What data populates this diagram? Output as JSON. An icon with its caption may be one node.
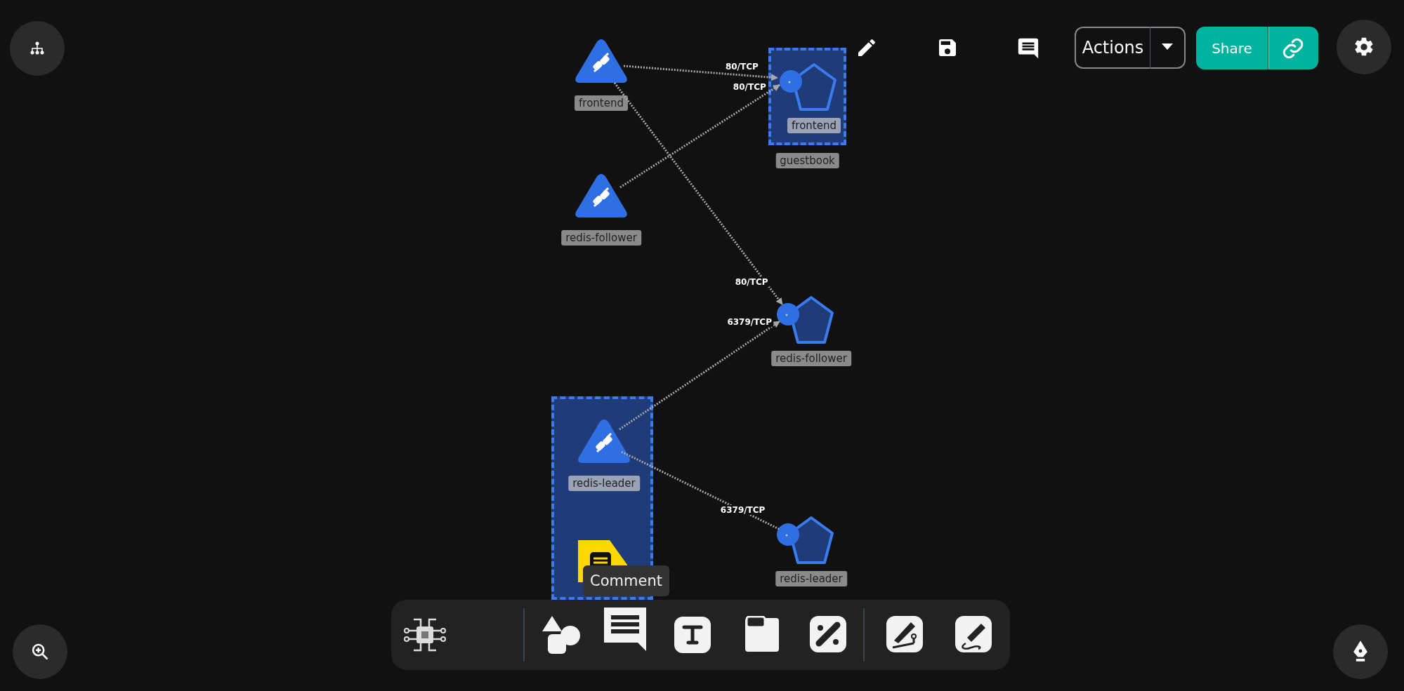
{
  "diagram": {
    "nodes": [
      {
        "text": [
          "frontend"
        ]
      },
      {
        "text": [
          "guestbook"
        ]
      },
      {
        "text": [
          "frontend"
        ],
        "in": 1
      },
      {
        "text": [
          "redis-follower"
        ]
      },
      {
        "text": [
          "redis-follower"
        ]
      },
      {
        "text": [],
        "shape": "box"
      },
      {
        "text": [
          "redis-leader"
        ],
        "in": 5
      },
      {
        "text": [
          "redis-leader"
        ]
      }
    ],
    "edges": [
      {
        "from": 0,
        "to": 2,
        "arrow": "to",
        "label": "80/TCP"
      },
      {
        "from": 3,
        "to": 2,
        "arrow": "to",
        "label": "80/TCP"
      },
      {
        "from": 0,
        "to": 4,
        "arrow": "to",
        "label": "80/TCP"
      },
      {
        "from": 6,
        "to": 4,
        "arrow": "to",
        "label": "6379/TCP"
      },
      {
        "from": 6,
        "to": 7,
        "arrow": "none",
        "label": "6379/TCP"
      }
    ],
    "labels": [
      "Actions",
      "Share",
      "Comment"
    ]
  }
}
